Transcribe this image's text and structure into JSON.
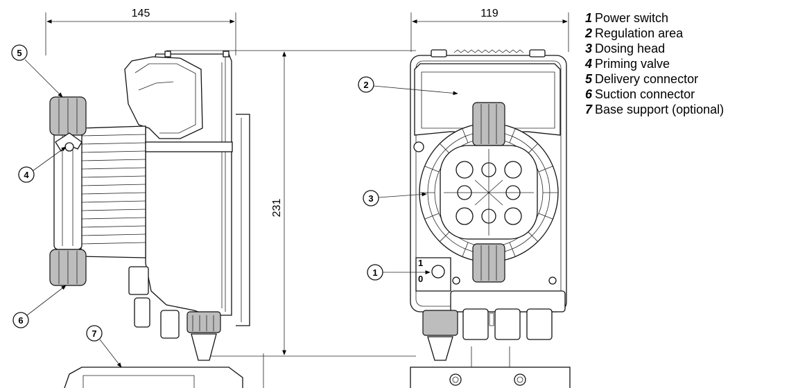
{
  "dimensions": {
    "side_width": "145",
    "front_width": "119",
    "height": "231"
  },
  "callouts": [
    "1",
    "2",
    "3",
    "4",
    "5",
    "6",
    "7"
  ],
  "legend": [
    {
      "num": "1",
      "label": "Power switch"
    },
    {
      "num": "2",
      "label": "Regulation area"
    },
    {
      "num": "3",
      "label": "Dosing head"
    },
    {
      "num": "4",
      "label": "Priming valve"
    },
    {
      "num": "5",
      "label": "Delivery connector"
    },
    {
      "num": "6",
      "label": "Suction connector"
    },
    {
      "num": "7",
      "label": "Base support (optional)"
    }
  ]
}
